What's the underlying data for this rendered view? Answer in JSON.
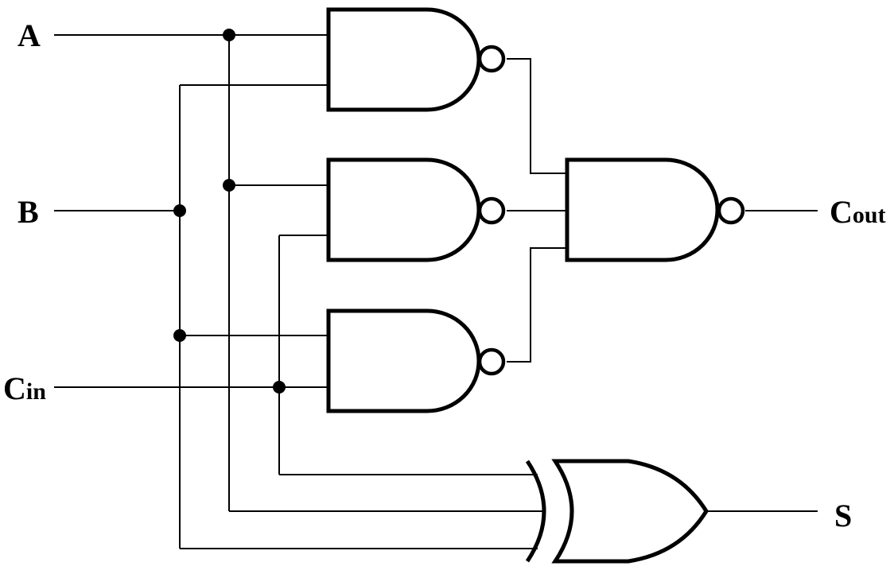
{
  "diagram": {
    "inputs": {
      "a": "A",
      "b": "B",
      "cin_main": "C",
      "cin_sub": "in"
    },
    "outputs": {
      "cout_main": "C",
      "cout_sub": "out",
      "sum": "S"
    },
    "gates": [
      {
        "id": "nand-1",
        "type": "NAND",
        "inputs": [
          "A",
          "B"
        ]
      },
      {
        "id": "nand-2",
        "type": "NAND",
        "inputs": [
          "A",
          "Cin"
        ]
      },
      {
        "id": "nand-3",
        "type": "NAND",
        "inputs": [
          "B",
          "Cin"
        ]
      },
      {
        "id": "nand-out",
        "type": "NAND",
        "inputs": [
          "nand-1",
          "nand-2",
          "nand-3"
        ],
        "output": "Cout"
      },
      {
        "id": "xor-sum",
        "type": "XOR",
        "inputs": [
          "Cin",
          "A",
          "B"
        ],
        "output": "S"
      }
    ]
  }
}
